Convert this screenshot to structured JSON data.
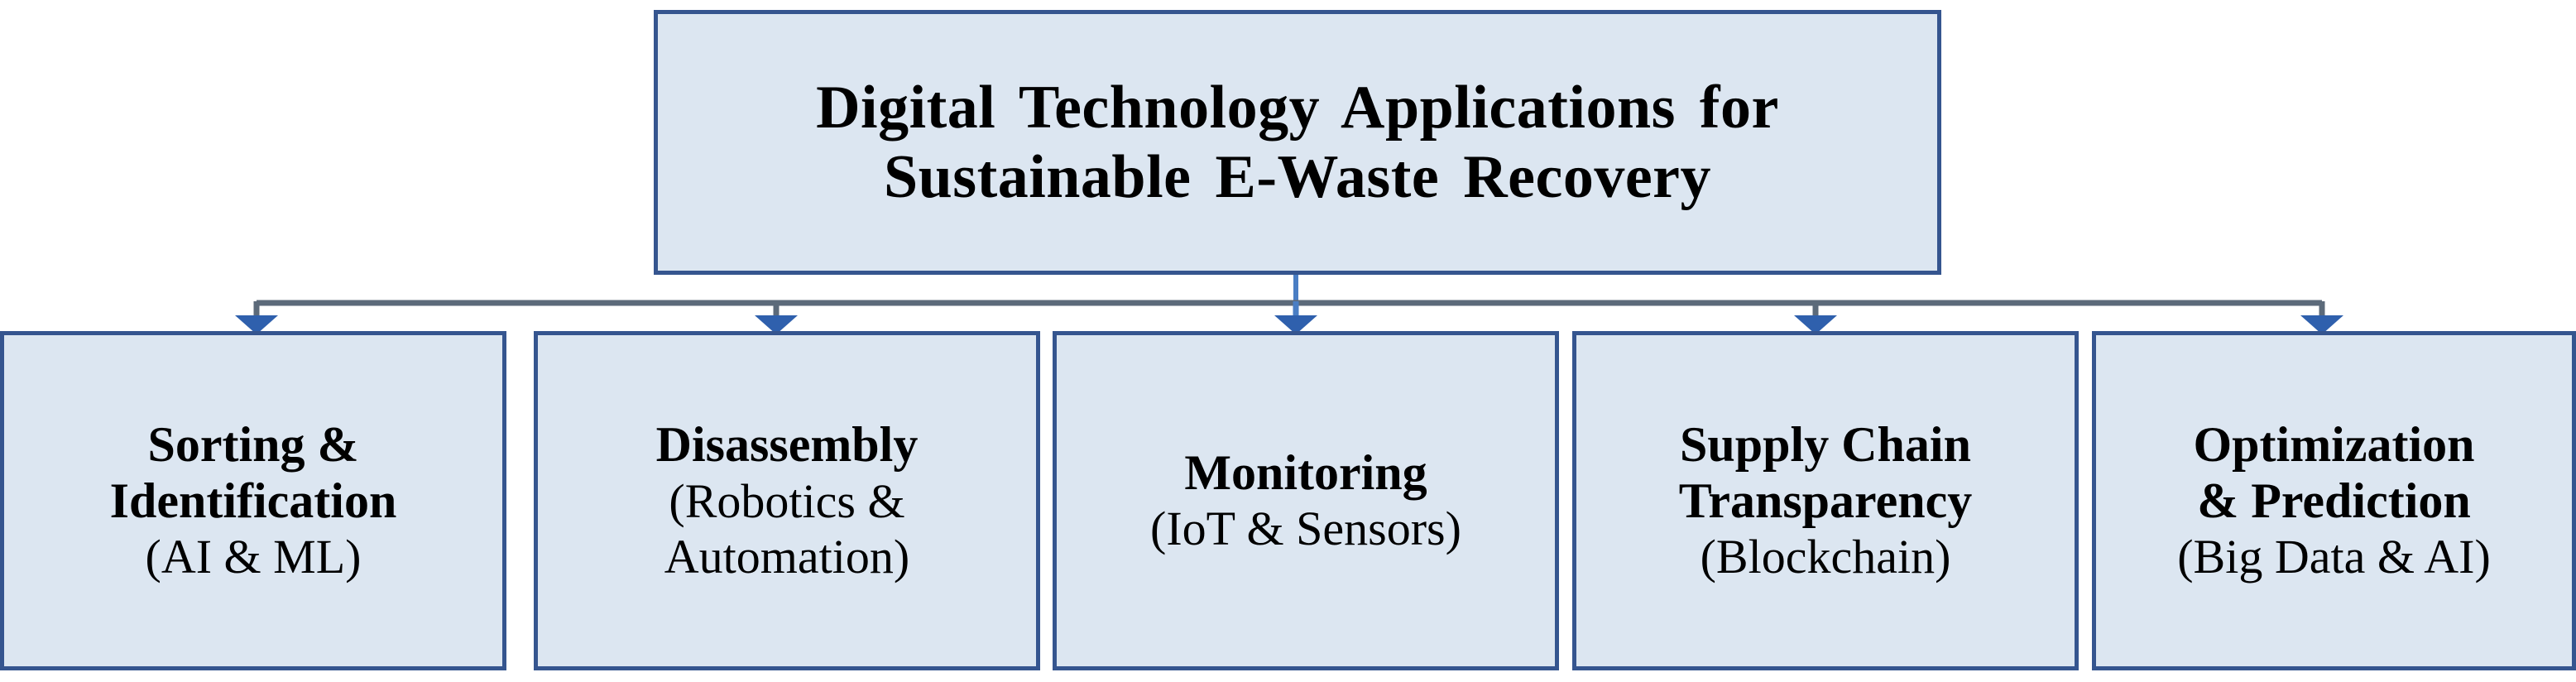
{
  "diagram": {
    "type": "hierarchy-tree",
    "orientation": "top-down",
    "background_color": "#ffffff",
    "node_fill_color": "#dce6f1",
    "node_border_color": "#35558f",
    "connector_line_color": "#5c6a7a",
    "arrow_color": "#2f60ad",
    "root": {
      "title_line_1": "Digital Technology Applications for",
      "title_line_2": "Sustainable E-Waste Recovery"
    },
    "children": [
      {
        "title": "Sorting &",
        "title_line_2": "Identification",
        "subtitle": "(AI & ML)"
      },
      {
        "title": "Disassembly",
        "title_line_2": "",
        "subtitle_line_1": "(Robotics &",
        "subtitle_line_2": "Automation)"
      },
      {
        "title": "Monitoring",
        "title_line_2": "",
        "subtitle": "(IoT & Sensors)"
      },
      {
        "title": "Supply Chain",
        "title_line_2": "Transparency",
        "subtitle": "(Blockchain)"
      },
      {
        "title": "Optimization",
        "title_line_2": "& Prediction",
        "subtitle": "(Big Data & AI)"
      }
    ]
  }
}
